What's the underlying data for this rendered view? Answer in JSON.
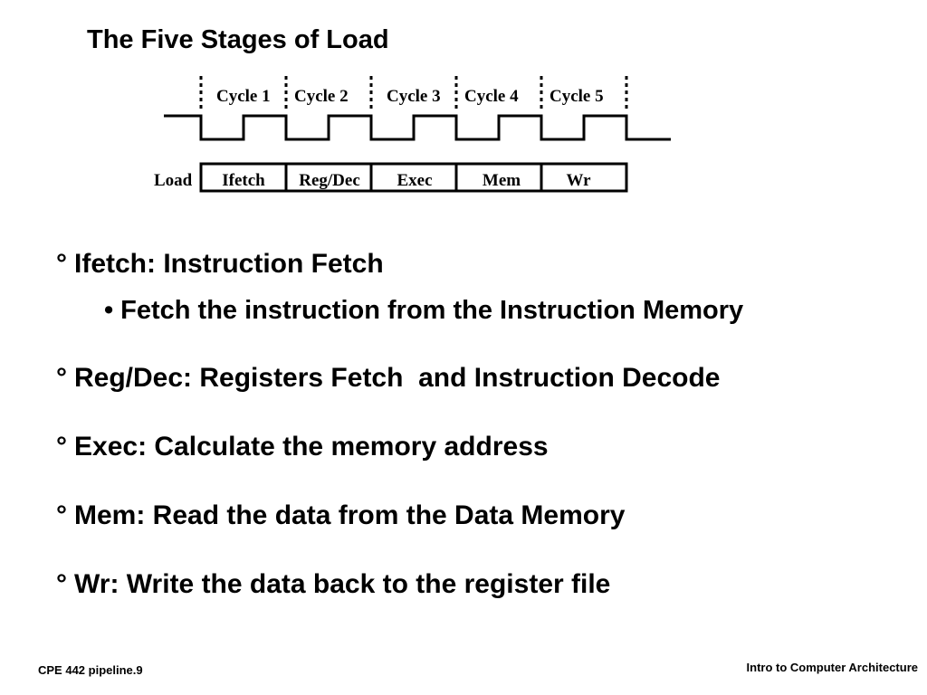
{
  "slide": {
    "title": "The Five Stages of Load"
  },
  "diagram": {
    "cycles": [
      "Cycle 1",
      "Cycle 2",
      "Cycle 3",
      "Cycle 4",
      "Cycle 5"
    ],
    "row_label": "Load",
    "stages": [
      "Ifetch",
      "Reg/Dec",
      "Exec",
      "Mem",
      "Wr"
    ]
  },
  "bullets": [
    {
      "marker": "°",
      "text": "Ifetch: Instruction Fetch"
    },
    {
      "marker": "•",
      "text": "Fetch the instruction from the Instruction Memory"
    },
    {
      "marker": "°",
      "text": "Reg/Dec: Registers Fetch  and Instruction Decode"
    },
    {
      "marker": "°",
      "text": "Exec: Calculate the memory address"
    },
    {
      "marker": "°",
      "text": "Mem: Read the data from the Data Memory"
    },
    {
      "marker": "°",
      "text": "Wr: Write the data back to the register file"
    }
  ],
  "footer": {
    "left": "CPE 442 pipeline.9",
    "right": "Intro to Computer Architecture"
  }
}
